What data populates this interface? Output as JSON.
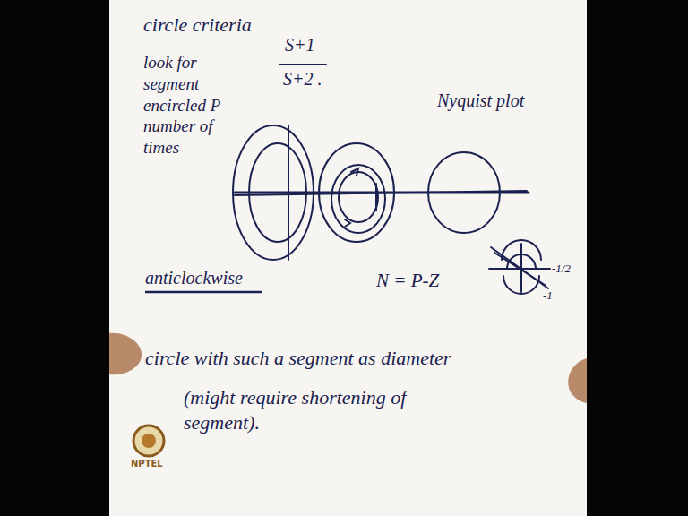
{
  "diagram": {
    "labels": [
      "circle criteria",
      "look for segment encircled P number of times",
      "anticlockwise",
      "S+1",
      "S+2 .",
      "Nyquist plot",
      "N = P-Z",
      "-1/2",
      "-1",
      "circle with such a segment as diameter",
      "(might require shortening of segment).",
      "NPTEL"
    ]
  }
}
